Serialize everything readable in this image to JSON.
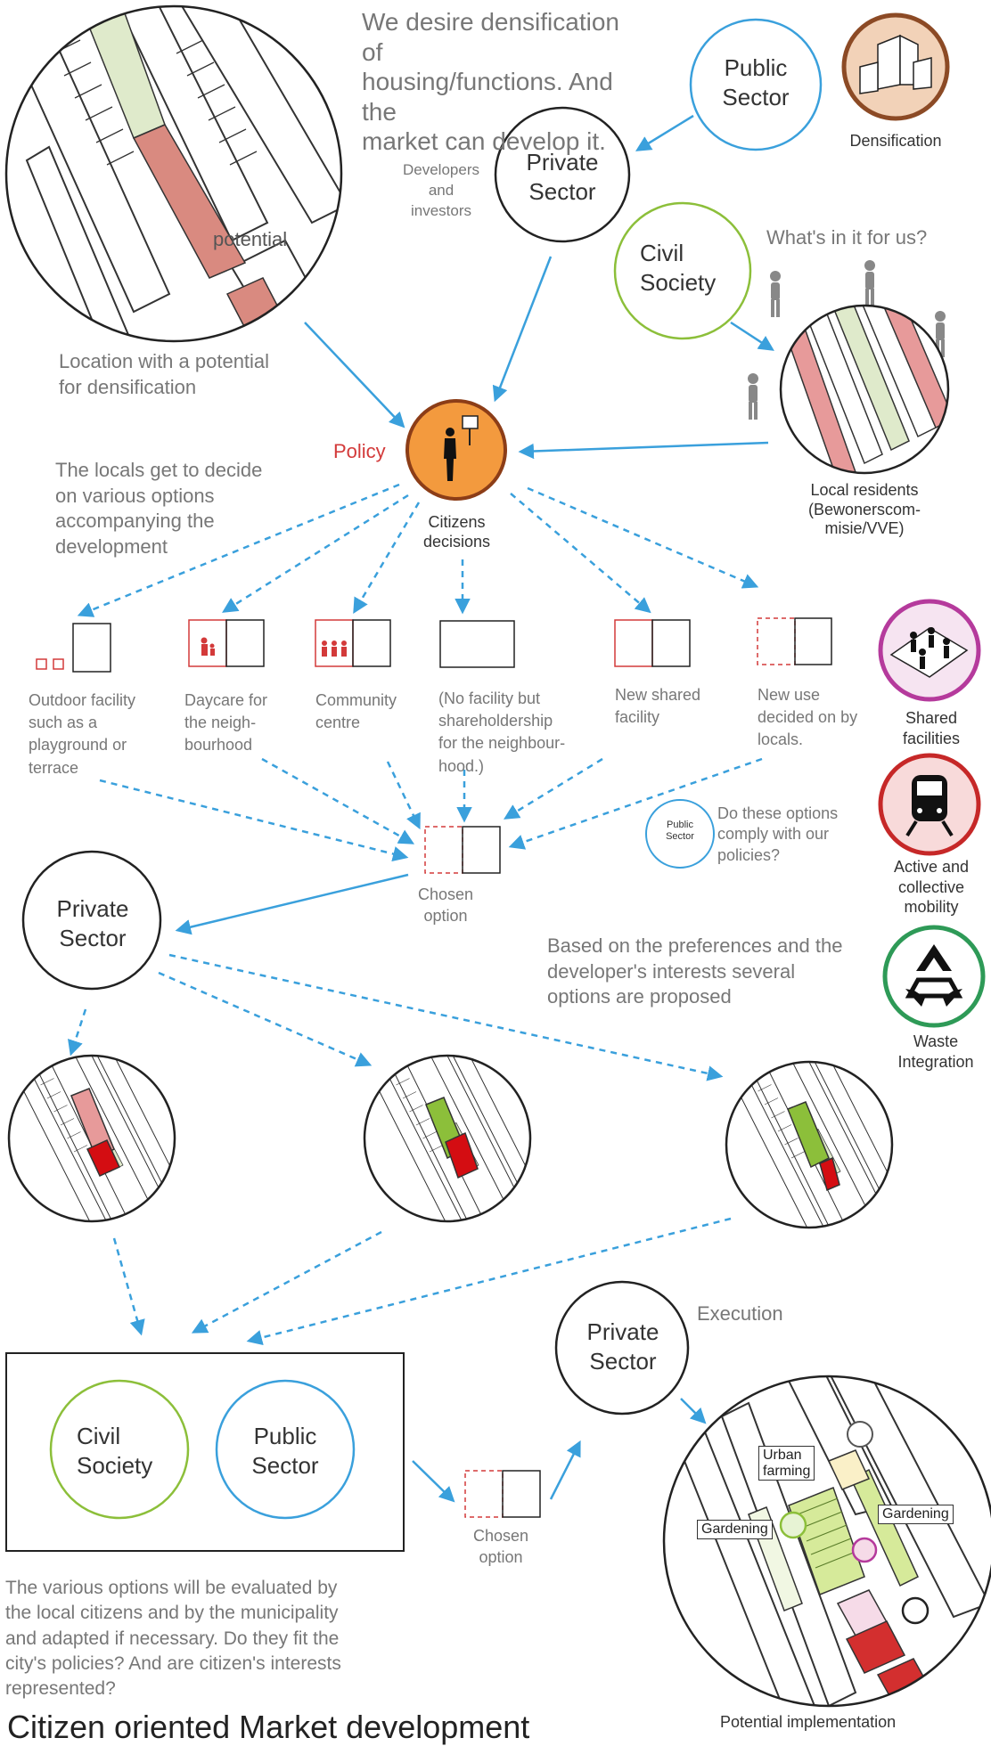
{
  "intro_text": {
    "line1": "We desire densification of",
    "line2": "housing/functions. And the",
    "line3": "market can develop it."
  },
  "actors": {
    "public_sector": [
      "Public",
      "Sector"
    ],
    "private_sector": [
      "Private",
      "Sector"
    ],
    "civil_society": [
      "Civil",
      "Society"
    ]
  },
  "densification_label": "Densification",
  "developers_label": [
    "Developers",
    "and",
    "investors"
  ],
  "whats_in_it": "What's in it for us?",
  "potential_word": "potential",
  "location_caption": [
    "Location with a potential",
    "for densification"
  ],
  "policy_label": "Policy",
  "citizens_decisions": [
    "Citizens",
    "decisions"
  ],
  "local_residents": [
    "Local residents",
    "(Bewonerscom-",
    "misie/VVE)"
  ],
  "locals_decide": [
    "The locals get to decide",
    "on various options",
    "accompanying the",
    "development"
  ],
  "options": [
    {
      "lines": [
        "Outdoor facility",
        "such as a",
        "playground or",
        "terrace"
      ]
    },
    {
      "lines": [
        "Daycare for",
        "the neigh-",
        "bourhood"
      ]
    },
    {
      "lines": [
        "Community",
        "centre"
      ]
    },
    {
      "lines": [
        "(No facility but",
        "shareholdership",
        "for the neighbour-",
        "hood.)"
      ]
    },
    {
      "lines": [
        "New shared",
        "facility"
      ]
    },
    {
      "lines": [
        "New use",
        "decided on by",
        "locals."
      ]
    }
  ],
  "small_public_sector": [
    "Public",
    "Sector"
  ],
  "comply_text": [
    "Do these options",
    "comply with our",
    "policies?"
  ],
  "chosen_option": [
    "Chosen",
    "option"
  ],
  "based_text": [
    "Based on the preferences and the",
    "developer's interests several",
    "options are proposed"
  ],
  "side_icons": [
    {
      "name": "Shared facilities",
      "lines": [
        "Shared",
        "facilities"
      ],
      "color": "#b53a9c"
    },
    {
      "name": "Active and collective mobility",
      "lines": [
        "Active and",
        "collective",
        "mobility"
      ],
      "color": "#c62828"
    },
    {
      "name": "Waste Integration",
      "lines": [
        "Waste",
        "Integration"
      ],
      "color": "#2e9a57"
    }
  ],
  "execution_label": "Execution",
  "eval_text": [
    "The various options will be evaluated by",
    "the local citizens and by the municipality",
    "and adapted if necessary. Do they fit the",
    "city's policies? And are citizen's interests",
    "represented?"
  ],
  "implementation_labels": {
    "urban_farming": [
      "Urban",
      "farming"
    ],
    "gardening_left": "Gardening",
    "gardening_right": "Gardening",
    "caption": "Potential implementation"
  },
  "page_title": "Citizen oriented Market development",
  "colors": {
    "public": "#3aa0dc",
    "civil": "#8cbf3a",
    "arrow": "#3aa0dc",
    "policy_red": "#d33a3a",
    "policy_orange": "#f39a3e",
    "densification_fill": "#f2d2b8"
  }
}
